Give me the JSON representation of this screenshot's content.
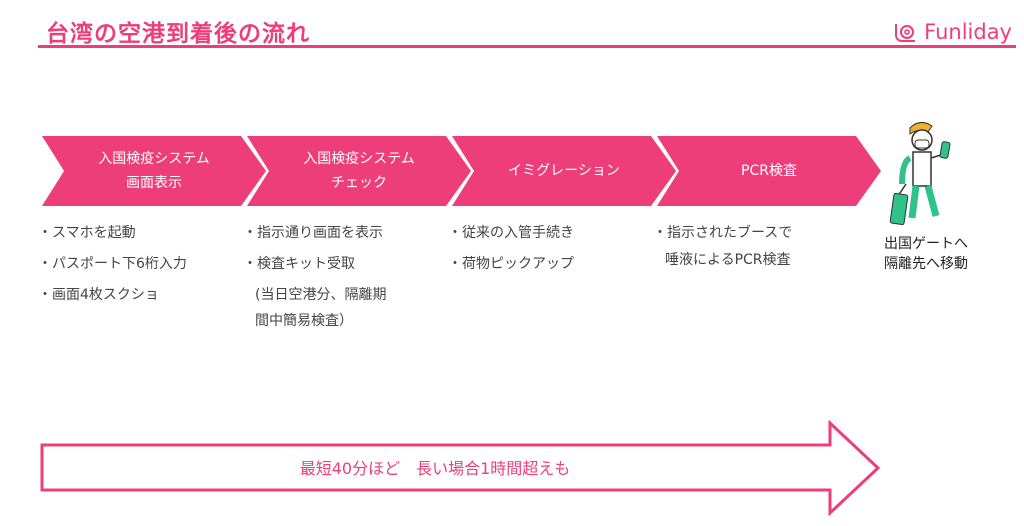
{
  "header": {
    "title": "台湾の空港到着後の流れ",
    "brand": "Funliday"
  },
  "steps": [
    {
      "label": "入国検疫システム\n画面表示",
      "bullets": [
        "・スマホを起動",
        "・パスポート下6桁入力",
        "・画面4枚スクショ"
      ]
    },
    {
      "label": "入国検疫システム\nチェック",
      "bullets": [
        "・指示通り画面を表示",
        "・検査キット受取"
      ],
      "continuation": [
        "(当日空港分、隔離期",
        "間中簡易検査）"
      ]
    },
    {
      "label": "イミグレーション",
      "bullets": [
        "・従来の入管手続き",
        "・荷物ピックアップ"
      ]
    },
    {
      "label": "PCR検査",
      "bullets": [
        "・指示されたブースで"
      ],
      "continuation": [
        "唾液によるPCR検査"
      ]
    }
  ],
  "final": {
    "line1": "出国ゲートへ",
    "line2": "隔離先へ移動"
  },
  "duration": "最短40分ほど　長い場合1時間超えも",
  "colors": {
    "accent": "#ee3e7a",
    "traveler": "#2fc28a"
  }
}
